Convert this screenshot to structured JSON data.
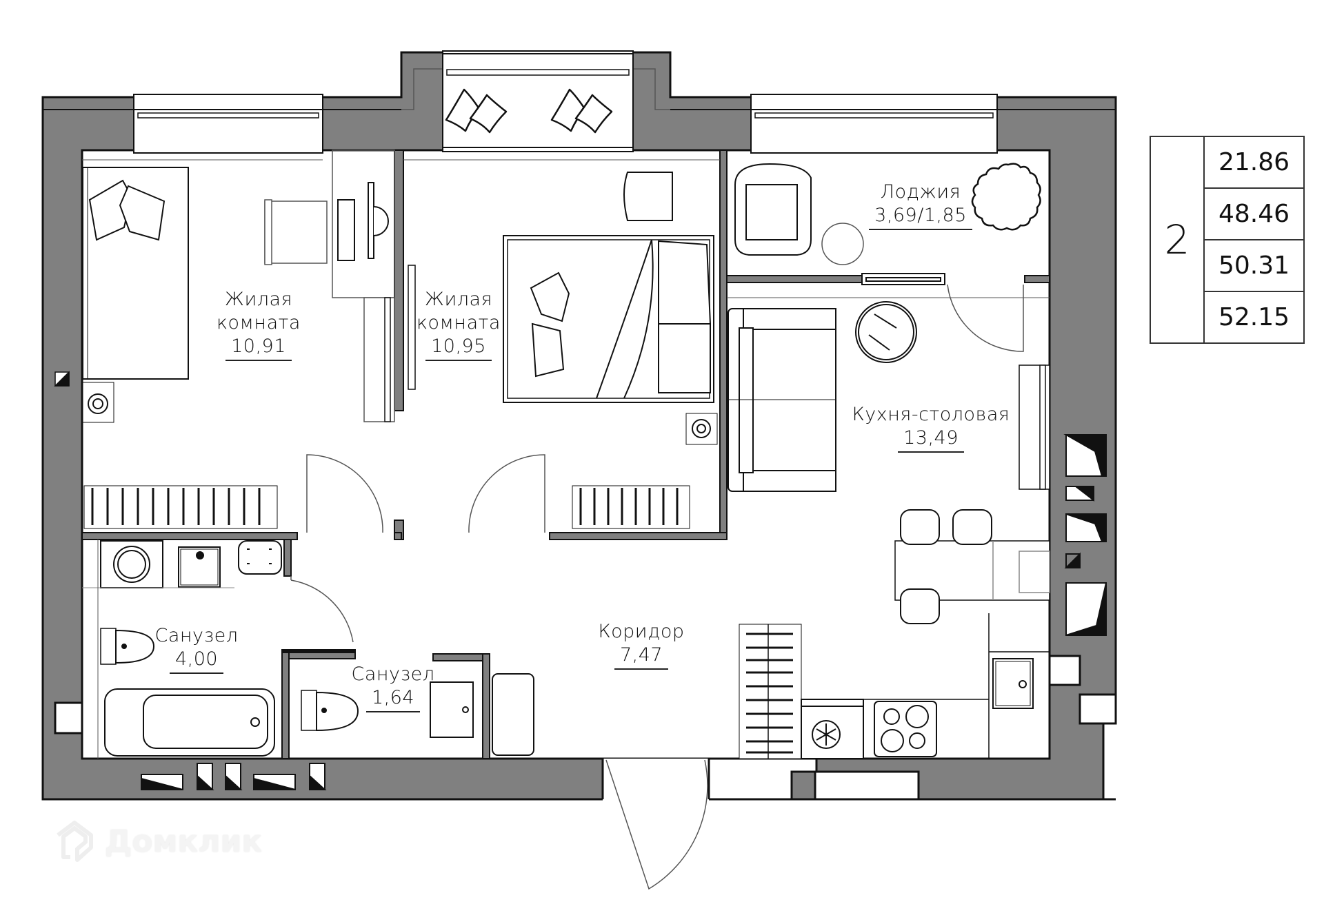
{
  "plan": {
    "title": "2-room apartment floor plan",
    "wall_color": "#808080",
    "line_color": "#111111",
    "background": "#ffffff"
  },
  "rooms": [
    {
      "name": "Жилая комната",
      "name_line1": "Жилая",
      "name_line2": "комната",
      "area": "10,91"
    },
    {
      "name": "Жилая комната",
      "name_line1": "Жилая",
      "name_line2": "комната",
      "area": "10,95"
    },
    {
      "name": "Лоджия",
      "area": "3,69/1,85"
    },
    {
      "name": "Кухня-столовая",
      "area": "13,49"
    },
    {
      "name": "Санузел",
      "area": "4,00"
    },
    {
      "name": "Санузел",
      "area": "1,64"
    },
    {
      "name": "Коридор",
      "area": "7,47"
    }
  ],
  "summary": {
    "rooms_count": "2",
    "values": [
      "21.86",
      "48.46",
      "50.31",
      "52.15"
    ]
  },
  "watermark": {
    "text": "Домклик",
    "icon": "house-logo-icon"
  },
  "furniture_icons": [
    "single-bed-icon",
    "desk-chair-icon",
    "desk-icon",
    "keyboard-icon",
    "monitor-icon",
    "double-bed-icon",
    "armchair-icon",
    "round-table-icon",
    "plant-icon",
    "sofa-icon",
    "round-coffee-table-icon",
    "dining-table-icon",
    "dining-chair-icon",
    "wardrobe-icon",
    "fridge-icon",
    "stove-icon",
    "kitchen-sink-icon",
    "washing-machine-icon",
    "bathroom-sink-icon",
    "toilet-icon",
    "bathtub-icon",
    "radiator-icon",
    "entrance-door-icon",
    "bay-window-cushions-icon"
  ]
}
